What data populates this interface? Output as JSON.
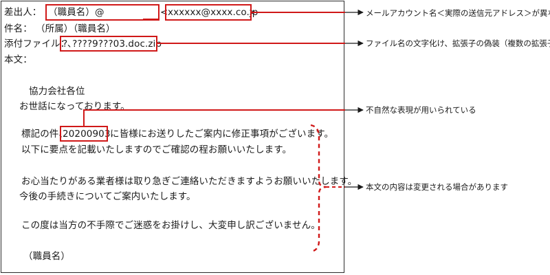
{
  "email": {
    "from_label": "差出人：",
    "from_display": "（職員名）@",
    "from_angle_open": "<",
    "from_address": "xxxxxx@xxxx.co.jp",
    "from_angle_close": ">",
    "subject_label": "件名：",
    "subject_value": "（所属）（職員名）",
    "attachment_label": "添付ファイル：",
    "attachment_value": "?､????9???03.doc.zip",
    "body_label": "本文：",
    "body": {
      "greeting": "協力会社各位",
      "salutation": "お世話になっております。",
      "line1_prefix": "標記の件、",
      "line1_date": "20200903",
      "line1_suffix": "に皆様にお送りしたご案内に修正事項がございます。",
      "line2": "以下に要点を記載いたしますのでご確認の程お願いいたします。",
      "line3": "お心当たりがある業者様は取り急ぎご連絡いただきますようお願いいたします。",
      "line4": "今後の手続きについてご案内いたします。",
      "line5": "この度は当方の不手際でご迷惑をお掛けし、大変申し訳ございません。",
      "signature": "（職員名）"
    }
  },
  "annotations": {
    "sender_mismatch": "メールアカウント名＜実際の送信元アドレス＞が異なる",
    "attachment_warning": "ファイル名の文字化け、拡張子の偽装（複数の拡張子）",
    "unnatural_expression": "不自然な表現が用いられている",
    "body_may_change": "本文の内容は変更される場合があります"
  },
  "colors": {
    "highlight": "#d01818",
    "text": "#1a1a1a",
    "border": "#2a2a2a"
  }
}
